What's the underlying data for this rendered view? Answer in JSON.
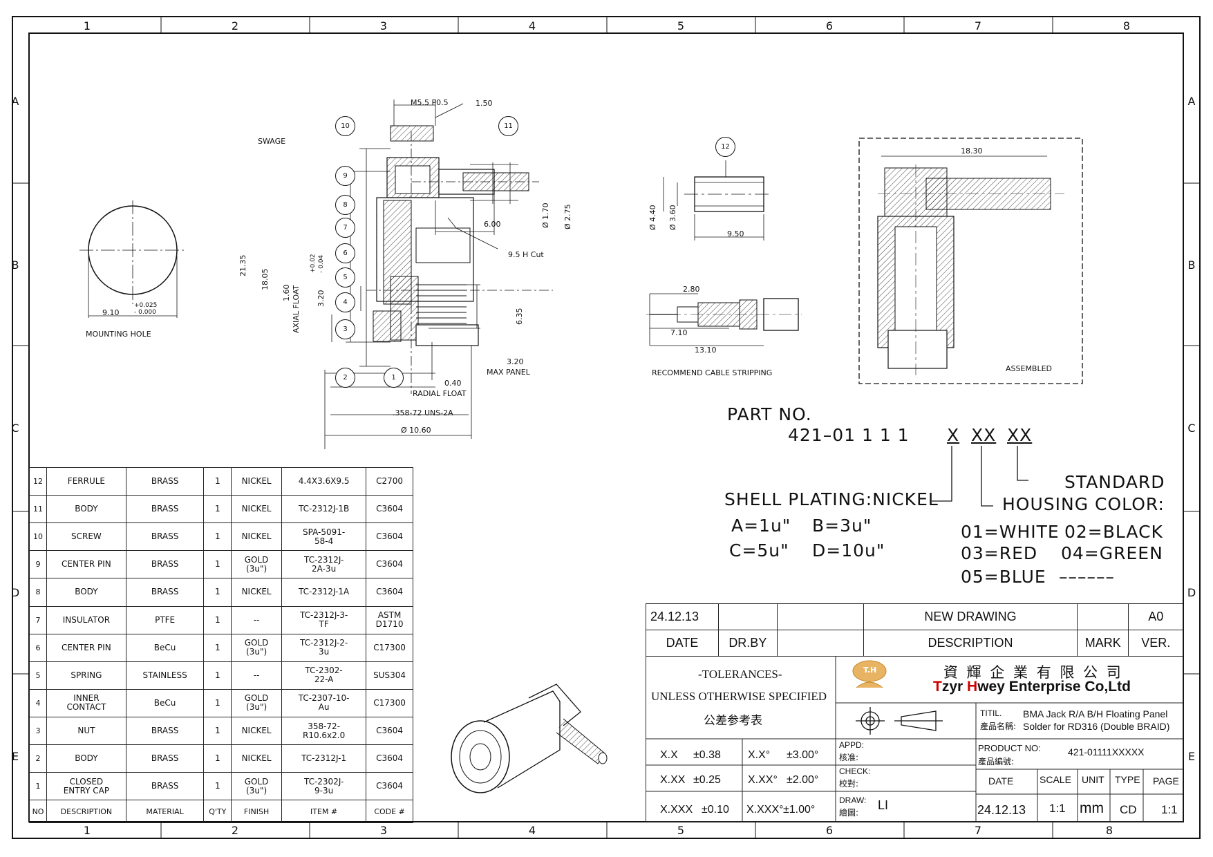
{
  "grid": {
    "cols": [
      "1",
      "2",
      "3",
      "4",
      "5",
      "6",
      "7",
      "8"
    ],
    "rows": [
      "A",
      "B",
      "C",
      "D",
      "E"
    ]
  },
  "mounting_hole": {
    "label": "MOUNTING HOLE",
    "dia": "9.10",
    "tol_plus": "+0.025",
    "tol_minus": "- 0.000"
  },
  "section": {
    "thread_top": "M5.5  P0.5",
    "dim_150": "1.50",
    "swage": "SWAGE",
    "dim_600": "6.00",
    "dia_170": "Ø 1.70",
    "dia_275": "Ø 2.75",
    "hex_cut": "9.5  H Cut",
    "dim_2135": "21.35",
    "dim_1805": "18.05",
    "dim_160": "1.60",
    "axial_float": "AXIAL FLOAT",
    "dim_320": "3.20",
    "tol_a": "+0.02",
    "tol_b": "- 0.04",
    "dim_635": "6.35",
    "dim_320b": "3.20",
    "max_panel": "MAX PANEL",
    "dim_040": "0.40",
    "radial_float": "RADIAL FLOAT",
    "thread_358": ".358-72  UNS-2A",
    "dia_1060": "Ø 10.60",
    "balloons": [
      "10",
      "11",
      "9",
      "8",
      "7",
      "6",
      "5",
      "4",
      "3",
      "2",
      "1"
    ]
  },
  "ferrule_view": {
    "balloon": "12",
    "dia_440": "Ø 4.40",
    "dia_360": "Ø 3.60",
    "len_950": "9.50"
  },
  "stripping": {
    "dim_280": "2.80",
    "dim_710": "7.10",
    "dim_1310": "13.10",
    "label": "RECOMMEND CABLE STRIPPING"
  },
  "assembled": {
    "dim_1830": "18.30",
    "label": "ASSEMBLED"
  },
  "part_no": {
    "title": "PART NO.",
    "code_base": "421–01  1  1  1",
    "code_x": "X",
    "code_xx1": "XX",
    "code_xx2": "XX",
    "standard": "STANDARD",
    "housing_color": "HOUSING  COLOR:",
    "shell_plating": "SHELL  PLATING:NICKEL",
    "plating_a": "A=1u\"",
    "plating_b": "B=3u\"",
    "plating_c": "C=5u\"",
    "plating_d": "D=10u\"",
    "color_01": "01=WHITE",
    "color_02": "02=BLACK",
    "color_03": "03=RED",
    "color_04": "04=GREEN",
    "color_05": "05=BLUE",
    "color_dash": "––––––"
  },
  "bom": {
    "header": [
      "NO",
      "DESCRIPTION",
      "MATERIAL",
      "Q'TY",
      "FINISH",
      "ITEM #",
      "CODE #"
    ],
    "rows": [
      [
        "12",
        "FERRULE",
        "BRASS",
        "1",
        "NICKEL",
        "4.4X3.6X9.5",
        "C2700"
      ],
      [
        "11",
        "BODY",
        "BRASS",
        "1",
        "NICKEL",
        "TC-2312J-1B",
        "C3604"
      ],
      [
        "10",
        "SCREW",
        "BRASS",
        "1",
        "NICKEL",
        "SPA-5091-\n58-4",
        "C3604"
      ],
      [
        "9",
        "CENTER PIN",
        "BRASS",
        "1",
        "GOLD\n(3u\")",
        "TC-2312J-\n2A-3u",
        "C3604"
      ],
      [
        "8",
        "BODY",
        "BRASS",
        "1",
        "NICKEL",
        "TC-2312J-1A",
        "C3604"
      ],
      [
        "7",
        "INSULATOR",
        "PTFE",
        "1",
        "--",
        "TC-2312J-3-\nTF",
        "ASTM\nD1710"
      ],
      [
        "6",
        "CENTER PIN",
        "BeCu",
        "1",
        "GOLD\n(3u\")",
        "TC-2312J-2-\n3u",
        "C17300"
      ],
      [
        "5",
        "SPRING",
        "STAINLESS",
        "1",
        "--",
        "TC-2302-\n22-A",
        "SUS304"
      ],
      [
        "4",
        "INNER\nCONTACT",
        "BeCu",
        "1",
        "GOLD\n(3u\")",
        "TC-2307-10-\nAu",
        "C17300"
      ],
      [
        "3",
        "NUT",
        "BRASS",
        "1",
        "NICKEL",
        "358-72-\nR10.6x2.0",
        "C3604"
      ],
      [
        "2",
        "BODY",
        "BRASS",
        "1",
        "NICKEL",
        "TC-2312J-1",
        "C3604"
      ],
      [
        "1",
        "CLOSED\nENTRY CAP",
        "BRASS",
        "1",
        "GOLD\n(3u\")",
        "TC-2302J-\n9-3u",
        "C3604"
      ]
    ]
  },
  "revision": {
    "date": "24.12.13",
    "dr_by": "",
    "description": "NEW  DRAWING",
    "mark": "",
    "ver": "A0",
    "h_date": "DATE",
    "h_drby": "DR.BY",
    "h_desc": "DESCRIPTION",
    "h_mark": "MARK",
    "h_ver": "VER."
  },
  "title_block": {
    "tol_title": "-TOLERANCES-",
    "tol_sub": "UNLESS OTHERWISE SPECIFIED",
    "tol_cn": "公差参考表",
    "company_cn": "資 輝 企 業 有 限 公 司",
    "company_t": "T",
    "company_zyr": "zyr ",
    "company_h": "H",
    "company_rest": "wey Enterprise Co,Ltd",
    "logo": "T.H",
    "titil_label": "TITIL.",
    "titil_cn": "產品名稱:",
    "title_line1": "BMA Jack R/A B/H Floating Panel",
    "title_line2": "Solder for RD316 (Double BRAID)",
    "tol_xx1": "X.X",
    "tol_xx1_v": "±0.38",
    "tol_ax1": "X.X°",
    "tol_ax1_v": "±3.00°",
    "tol_xx2": "X.XX",
    "tol_xx2_v": "±0.25",
    "tol_ax2": "X.XX°",
    "tol_ax2_v": "±2.00°",
    "tol_xx3": "X.XXX",
    "tol_xx3_v": "±0.10",
    "tol_ax3": "X.XXX°",
    "tol_ax3_v": "±1.00°",
    "appd": "APPD:",
    "appd_cn": "核准:",
    "check": "CHECK:",
    "check_cn": "校對:",
    "draw": "DRAW:",
    "draw_cn": "繪圖:",
    "draw_val": "LI",
    "product_no_label": "PRODUCT NO:",
    "product_no_cn": "產品編號:",
    "product_no": "421-01111XXXXX",
    "h_date": "DATE",
    "h_scale": "SCALE",
    "h_unit": "UNIT",
    "h_type": "TYPE",
    "h_page": "PAGE",
    "v_date": "24.12.13",
    "v_scale": "1:1",
    "v_unit": "mm",
    "v_type": "CD",
    "v_page": "1:1"
  }
}
